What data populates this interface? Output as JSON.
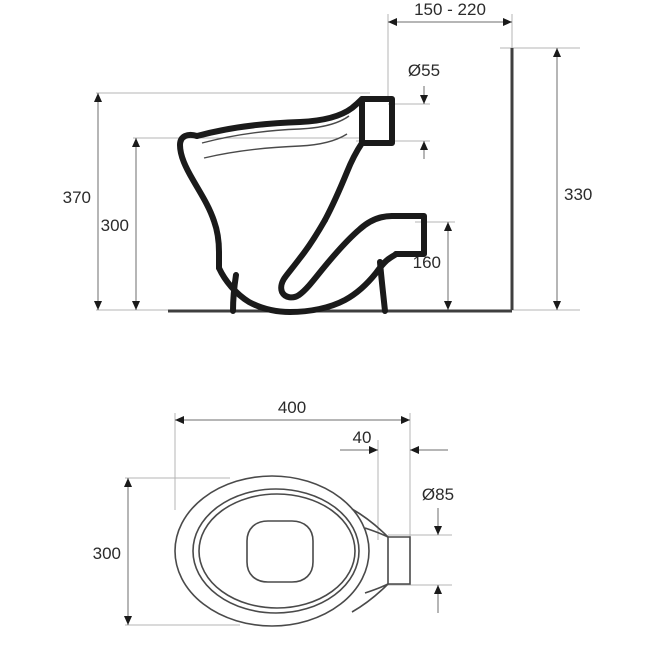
{
  "drawing": {
    "type": "technical-drawing",
    "subject": "floor-standing toilet pan (WC)",
    "units": "mm",
    "views": [
      {
        "id": "side-elevation",
        "label": "side elevation"
      },
      {
        "id": "plan-view",
        "label": "plan view (top)"
      }
    ]
  },
  "dimensions": {
    "side": {
      "outlet_horizontal_range": "150 - 220",
      "outlet_diameter": "Ø55",
      "total_height": "370",
      "bowl_rim_height": "300",
      "wall_height": "330",
      "outlet_centre_height": "160"
    },
    "plan": {
      "overall_length": "400",
      "outlet_projection": "40",
      "overall_width": "300",
      "outlet_diameter": "Ø85"
    }
  },
  "labels": {
    "d1": "150 - 220",
    "d2": "Ø55",
    "d3": "370",
    "d4": "300",
    "d5": "330",
    "d6": "160",
    "d7": "400",
    "d8": "40",
    "d9": "300",
    "d10": "Ø85"
  },
  "colors": {
    "outline": "#1a1a1a",
    "thin_line": "#4a4a4a",
    "dim_line": "#9a9a9a",
    "text": "#2b2b2b",
    "background": "#ffffff"
  }
}
